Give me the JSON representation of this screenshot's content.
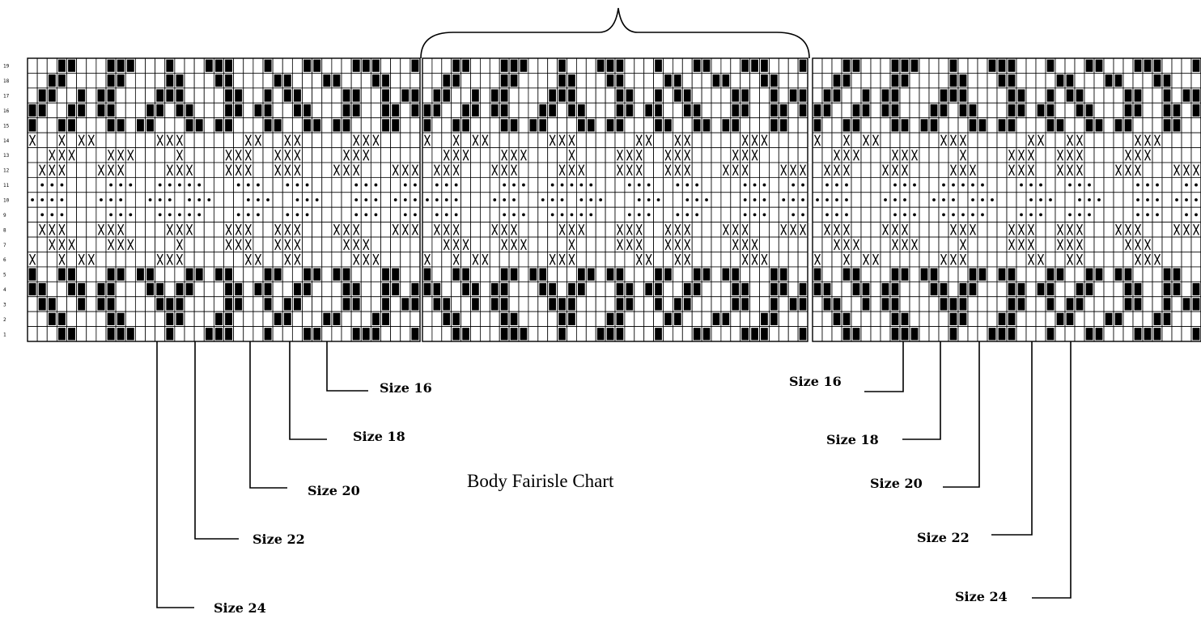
{
  "title": "Body Fairisle Chart",
  "row_numbers": [
    "19",
    "18",
    "17",
    "16",
    "15",
    "14",
    "13",
    "12",
    "11",
    "10",
    "9",
    "8",
    "7",
    "6",
    "5",
    "4",
    "3",
    "2",
    "1"
  ],
  "size_labels_left": [
    "Size 16",
    "Size 18",
    "Size 20",
    "Size 22",
    "Size 24"
  ],
  "size_labels_right": [
    "Size 16",
    "Size 18",
    "Size 20",
    "Size 22",
    "Size 24"
  ],
  "legend_symbols": [
    "filled-square",
    "cross",
    "dot",
    "blank"
  ],
  "colors": {
    "ink": "#000000",
    "paper": "#ffffff",
    "grid": "#000000"
  },
  "pattern": [
    "...##...###...#...###...#...##...###...#",
    "..##....##....##...##....##...##...##...",
    ".##..#.##....###....##..#.##....##..#.##",
    "##..##.##...##.##...##.##..##...##..##.#",
    "#..##...##.##...##.##...##..##.##...##..",
    "x..x.xx......xxx......xx..xx.....xxx....",
    "..xxx...xxx....x....xxx..xxx....xxx.....",
    ".xxx...xxx....xxx...xxx..xxx...xxx...xxx",
    ".ooo....ooo..ooooo...ooo..ooo....ooo..oo",
    "oooo...ooo..ooo.ooo...ooo..ooo...ooo.ooo",
    ".ooo....ooo..ooooo...ooo..ooo....ooo..oo",
    ".xxx...xxx....xxx...xxx..xxx...xxx...xxx",
    "..xxx...xxx....x....xxx..xxx....xxx.....",
    "x..x.xx......xxx......xx..xx.....xxx....",
    "#..##...##.##...##.##...##..##.##...##..",
    "##..##.##...##.##...##.##..##...##..##.#",
    ".##..#.##....###....##..#.##....##..#.##",
    "..##....##....##...##....##...##...##...",
    "...##...###...#...###...#...##...###...#"
  ]
}
